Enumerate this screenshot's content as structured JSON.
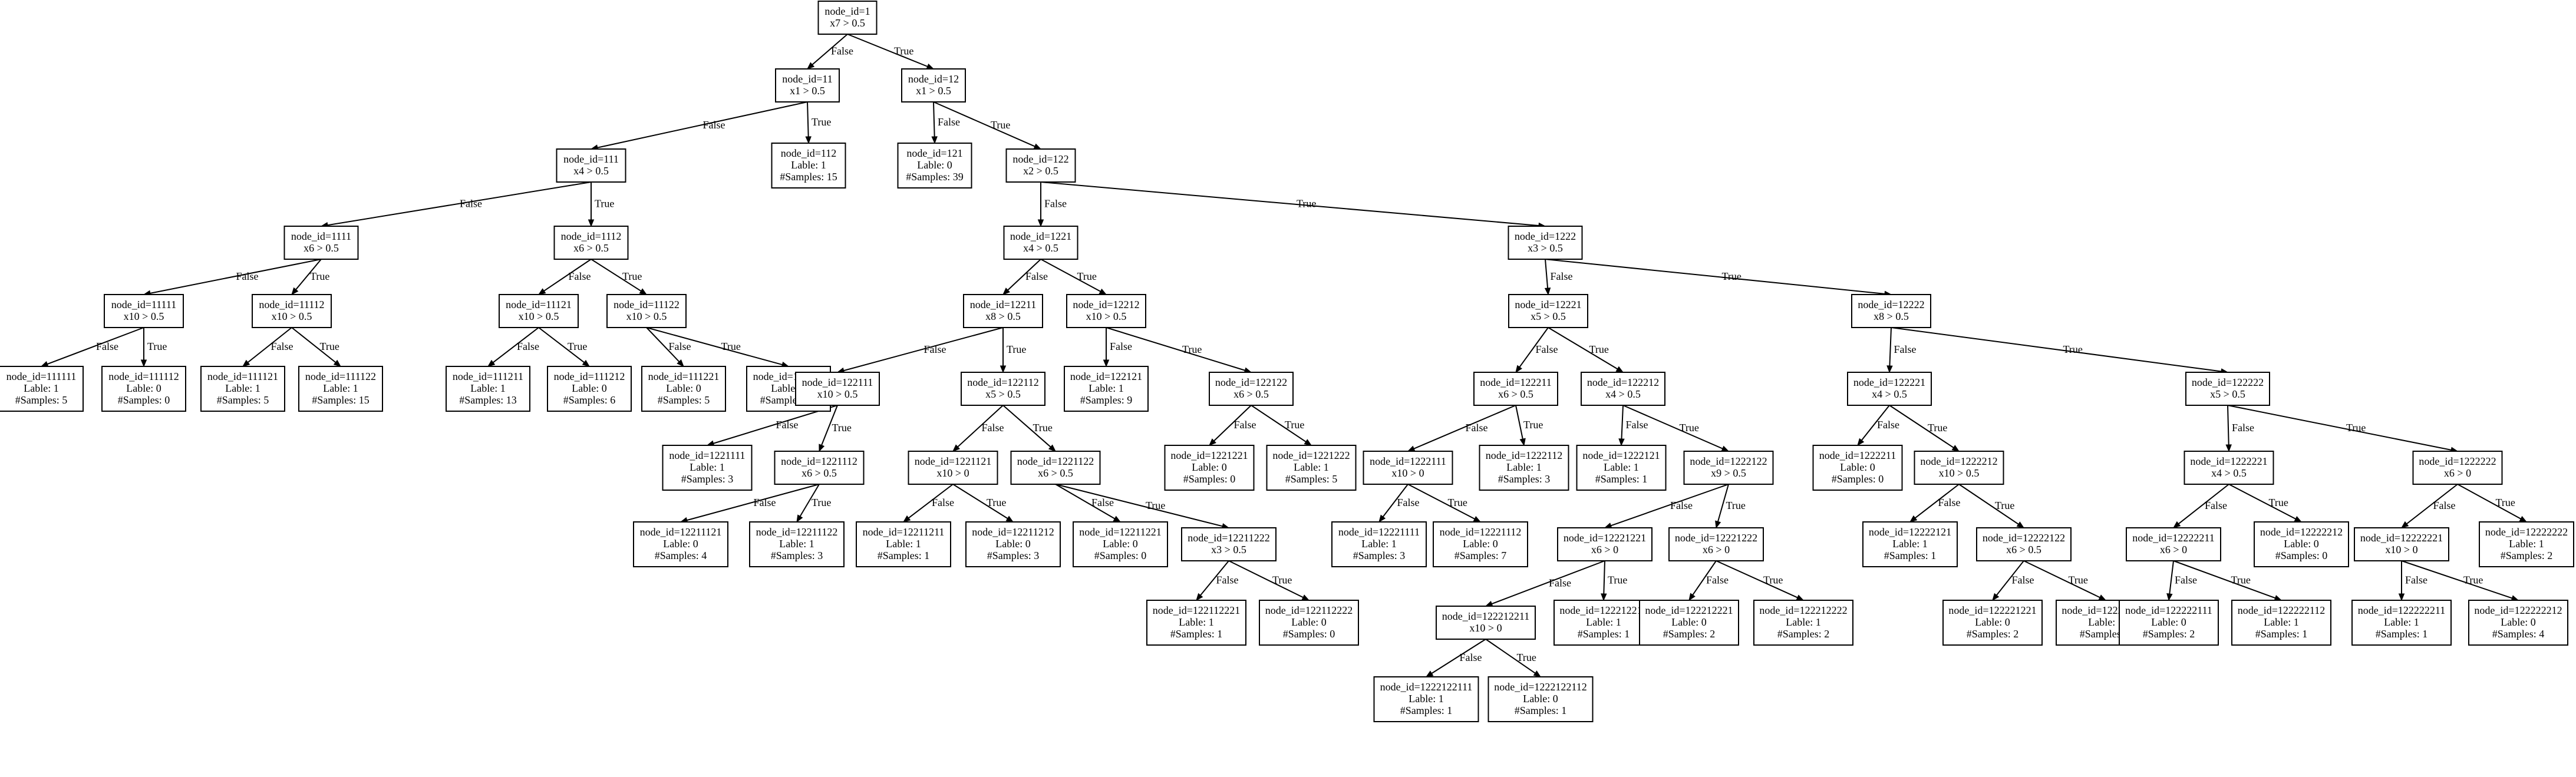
{
  "nodes": [
    {
      "id": "1",
      "lines": [
        "node_id=1",
        "x7 > 0.5"
      ]
    },
    {
      "id": "11",
      "lines": [
        "node_id=11",
        "x1 > 0.5"
      ]
    },
    {
      "id": "12",
      "lines": [
        "node_id=12",
        "x1 > 0.5"
      ]
    },
    {
      "id": "111",
      "lines": [
        "node_id=111",
        "x4 > 0.5"
      ]
    },
    {
      "id": "112",
      "lines": [
        "node_id=112",
        "Lable: 1",
        "#Samples: 15"
      ]
    },
    {
      "id": "121",
      "lines": [
        "node_id=121",
        "Lable: 0",
        "#Samples: 39"
      ]
    },
    {
      "id": "122",
      "lines": [
        "node_id=122",
        "x2 > 0.5"
      ]
    },
    {
      "id": "1111",
      "lines": [
        "node_id=1111",
        "x6 > 0.5"
      ]
    },
    {
      "id": "1112",
      "lines": [
        "node_id=1112",
        "x6 > 0.5"
      ]
    },
    {
      "id": "11111",
      "lines": [
        "node_id=11111",
        "x10 > 0.5"
      ]
    },
    {
      "id": "11112",
      "lines": [
        "node_id=11112",
        "x10 > 0.5"
      ]
    },
    {
      "id": "11121",
      "lines": [
        "node_id=11121",
        "x10 > 0.5"
      ]
    },
    {
      "id": "11122",
      "lines": [
        "node_id=11122",
        "x10 > 0.5"
      ]
    },
    {
      "id": "111111",
      "lines": [
        "node_id=111111",
        "Lable: 1",
        "#Samples: 5"
      ]
    },
    {
      "id": "111112",
      "lines": [
        "node_id=111112",
        "Lable: 0",
        "#Samples: 0"
      ]
    },
    {
      "id": "111121",
      "lines": [
        "node_id=111121",
        "Lable: 1",
        "#Samples: 5"
      ]
    },
    {
      "id": "111122",
      "lines": [
        "node_id=111122",
        "Lable: 1",
        "#Samples: 15"
      ]
    },
    {
      "id": "111211",
      "lines": [
        "node_id=111211",
        "Lable: 1",
        "#Samples: 13"
      ]
    },
    {
      "id": "111212",
      "lines": [
        "node_id=111212",
        "Lable: 0",
        "#Samples: 6"
      ]
    },
    {
      "id": "111221",
      "lines": [
        "node_id=111221",
        "Lable: 0",
        "#Samples: 5"
      ]
    },
    {
      "id": "111222",
      "lines": [
        "node_id=111222",
        "Lable: 1",
        "#Samples: 11"
      ]
    },
    {
      "id": "1221",
      "lines": [
        "node_id=1221",
        "x4 > 0.5"
      ]
    },
    {
      "id": "1222",
      "lines": [
        "node_id=1222",
        "x3 > 0.5"
      ]
    },
    {
      "id": "12211",
      "lines": [
        "node_id=12211",
        "x8 > 0.5"
      ]
    },
    {
      "id": "12212",
      "lines": [
        "node_id=12212",
        "x10 > 0.5"
      ]
    },
    {
      "id": "122111",
      "lines": [
        "node_id=122111",
        "x10 > 0.5"
      ]
    },
    {
      "id": "122112",
      "lines": [
        "node_id=122112",
        "x5 > 0.5"
      ]
    },
    {
      "id": "122121",
      "lines": [
        "node_id=122121",
        "Lable: 1",
        "#Samples: 9"
      ]
    },
    {
      "id": "122122",
      "lines": [
        "node_id=122122",
        "x6 > 0.5"
      ]
    },
    {
      "id": "1221111",
      "lines": [
        "node_id=1221111",
        "Lable: 1",
        "#Samples: 3"
      ]
    },
    {
      "id": "1221112",
      "lines": [
        "node_id=1221112",
        "x6 > 0.5"
      ]
    },
    {
      "id": "12211121",
      "lines": [
        "node_id=12211121",
        "Lable: 0",
        "#Samples: 4"
      ]
    },
    {
      "id": "12211122",
      "lines": [
        "node_id=12211122",
        "Lable: 1",
        "#Samples: 3"
      ]
    },
    {
      "id": "1221121",
      "lines": [
        "node_id=1221121",
        "x10 > 0"
      ]
    },
    {
      "id": "1221122",
      "lines": [
        "node_id=1221122",
        "x6 > 0.5"
      ]
    },
    {
      "id": "12211211",
      "lines": [
        "node_id=12211211",
        "Lable: 1",
        "#Samples: 1"
      ]
    },
    {
      "id": "12211212",
      "lines": [
        "node_id=12211212",
        "Lable: 0",
        "#Samples: 3"
      ]
    },
    {
      "id": "12211221",
      "lines": [
        "node_id=12211221",
        "Lable: 0",
        "#Samples: 0"
      ]
    },
    {
      "id": "12211222",
      "lines": [
        "node_id=12211222",
        "x3 > 0.5"
      ]
    },
    {
      "id": "122112221",
      "lines": [
        "node_id=122112221",
        "Lable: 1",
        "#Samples: 1"
      ]
    },
    {
      "id": "122112222",
      "lines": [
        "node_id=122112222",
        "Lable: 0",
        "#Samples: 0"
      ]
    },
    {
      "id": "1221221",
      "lines": [
        "node_id=1221221",
        "Lable: 0",
        "#Samples: 0"
      ]
    },
    {
      "id": "1221222",
      "lines": [
        "node_id=1221222",
        "Lable: 1",
        "#Samples: 5"
      ]
    },
    {
      "id": "12221",
      "lines": [
        "node_id=12221",
        "x5 > 0.5"
      ]
    },
    {
      "id": "12222",
      "lines": [
        "node_id=12222",
        "x8 > 0.5"
      ]
    },
    {
      "id": "122211",
      "lines": [
        "node_id=122211",
        "x6 > 0.5"
      ]
    },
    {
      "id": "122212",
      "lines": [
        "node_id=122212",
        "x4 > 0.5"
      ]
    },
    {
      "id": "1222111",
      "lines": [
        "node_id=1222111",
        "x10 > 0"
      ]
    },
    {
      "id": "1222112",
      "lines": [
        "node_id=1222112",
        "Lable: 1",
        "#Samples: 3"
      ]
    },
    {
      "id": "12221111",
      "lines": [
        "node_id=12221111",
        "Lable: 1",
        "#Samples: 3"
      ]
    },
    {
      "id": "12221112",
      "lines": [
        "node_id=12221112",
        "Lable: 0",
        "#Samples: 7"
      ]
    },
    {
      "id": "1222121",
      "lines": [
        "node_id=1222121",
        "Lable: 1",
        "#Samples: 1"
      ]
    },
    {
      "id": "1222122",
      "lines": [
        "node_id=1222122",
        "x9 > 0.5"
      ]
    },
    {
      "id": "12221221",
      "lines": [
        "node_id=12221221",
        "x6 > 0"
      ]
    },
    {
      "id": "12221222",
      "lines": [
        "node_id=12221222",
        "x6 > 0"
      ]
    },
    {
      "id": "122212211",
      "lines": [
        "node_id=122212211",
        "x10 > 0"
      ]
    },
    {
      "id": "122212212",
      "lines": [
        "node_id=122212212",
        "Lable: 1",
        "#Samples: 1"
      ]
    },
    {
      "id": "1222122111",
      "lines": [
        "node_id=1222122111",
        "Lable: 1",
        "#Samples: 1"
      ]
    },
    {
      "id": "1222122112",
      "lines": [
        "node_id=1222122112",
        "Lable: 0",
        "#Samples: 1"
      ]
    },
    {
      "id": "122212221",
      "lines": [
        "node_id=122212221",
        "Lable: 0",
        "#Samples: 2"
      ]
    },
    {
      "id": "122212222",
      "lines": [
        "node_id=122212222",
        "Lable: 1",
        "#Samples: 2"
      ]
    },
    {
      "id": "122221",
      "lines": [
        "node_id=122221",
        "x4 > 0.5"
      ]
    },
    {
      "id": "122222",
      "lines": [
        "node_id=122222",
        "x5 > 0.5"
      ]
    },
    {
      "id": "1222211",
      "lines": [
        "node_id=1222211",
        "Lable: 0",
        "#Samples: 0"
      ]
    },
    {
      "id": "1222212",
      "lines": [
        "node_id=1222212",
        "x10 > 0.5"
      ]
    },
    {
      "id": "12222121",
      "lines": [
        "node_id=12222121",
        "Lable: 1",
        "#Samples: 1"
      ]
    },
    {
      "id": "12222122",
      "lines": [
        "node_id=12222122",
        "x6 > 0.5"
      ]
    },
    {
      "id": "122221221",
      "lines": [
        "node_id=122221221",
        "Lable: 0",
        "#Samples: 2"
      ]
    },
    {
      "id": "122221222",
      "lines": [
        "node_id=122221222",
        "Lable: 1",
        "#Samples: 1"
      ]
    },
    {
      "id": "1222221",
      "lines": [
        "node_id=1222221",
        "x4 > 0.5"
      ]
    },
    {
      "id": "1222222",
      "lines": [
        "node_id=1222222",
        "x6 > 0"
      ]
    },
    {
      "id": "12222211",
      "lines": [
        "node_id=12222211",
        "x6 > 0"
      ]
    },
    {
      "id": "12222212",
      "lines": [
        "node_id=12222212",
        "Lable: 0",
        "#Samples: 0"
      ]
    },
    {
      "id": "122222111",
      "lines": [
        "node_id=122222111",
        "Lable: 0",
        "#Samples: 2"
      ]
    },
    {
      "id": "122222112",
      "lines": [
        "node_id=122222112",
        "Lable: 1",
        "#Samples: 1"
      ]
    },
    {
      "id": "12222221",
      "lines": [
        "node_id=12222221",
        "x10 > 0"
      ]
    },
    {
      "id": "12222222",
      "lines": [
        "node_id=12222222",
        "Lable: 1",
        "#Samples: 2"
      ]
    },
    {
      "id": "122222211",
      "lines": [
        "node_id=122222211",
        "Lable: 1",
        "#Samples: 1"
      ]
    },
    {
      "id": "122222212",
      "lines": [
        "node_id=122222212",
        "Lable: 0",
        "#Samples: 4"
      ]
    }
  ],
  "edges": [
    {
      "from": "1",
      "to": "11",
      "label": "False"
    },
    {
      "from": "1",
      "to": "12",
      "label": "True"
    },
    {
      "from": "11",
      "to": "111",
      "label": "False"
    },
    {
      "from": "11",
      "to": "112",
      "label": "True"
    },
    {
      "from": "12",
      "to": "121",
      "label": "False"
    },
    {
      "from": "12",
      "to": "122",
      "label": "True"
    },
    {
      "from": "111",
      "to": "1111",
      "label": "False"
    },
    {
      "from": "111",
      "to": "1112",
      "label": "True"
    },
    {
      "from": "1111",
      "to": "11111",
      "label": "False"
    },
    {
      "from": "1111",
      "to": "11112",
      "label": "True"
    },
    {
      "from": "1112",
      "to": "11121",
      "label": "False"
    },
    {
      "from": "1112",
      "to": "11122",
      "label": "True"
    },
    {
      "from": "11111",
      "to": "111111",
      "label": "False"
    },
    {
      "from": "11111",
      "to": "111112",
      "label": "True"
    },
    {
      "from": "11112",
      "to": "111121",
      "label": "False"
    },
    {
      "from": "11112",
      "to": "111122",
      "label": "True"
    },
    {
      "from": "11121",
      "to": "111211",
      "label": "False"
    },
    {
      "from": "11121",
      "to": "111212",
      "label": "True"
    },
    {
      "from": "11122",
      "to": "111221",
      "label": "False"
    },
    {
      "from": "11122",
      "to": "111222",
      "label": "True"
    },
    {
      "from": "122",
      "to": "1221",
      "label": "False"
    },
    {
      "from": "122",
      "to": "1222",
      "label": "True"
    },
    {
      "from": "1221",
      "to": "12211",
      "label": "False"
    },
    {
      "from": "1221",
      "to": "12212",
      "label": "True"
    },
    {
      "from": "12211",
      "to": "122111",
      "label": "False"
    },
    {
      "from": "12211",
      "to": "122112",
      "label": "True"
    },
    {
      "from": "12212",
      "to": "122121",
      "label": "False"
    },
    {
      "from": "12212",
      "to": "122122",
      "label": "True"
    },
    {
      "from": "122111",
      "to": "1221111",
      "label": "False"
    },
    {
      "from": "122111",
      "to": "1221112",
      "label": "True"
    },
    {
      "from": "1221112",
      "to": "12211121",
      "label": "False"
    },
    {
      "from": "1221112",
      "to": "12211122",
      "label": "True"
    },
    {
      "from": "122112",
      "to": "1221121",
      "label": "False"
    },
    {
      "from": "122112",
      "to": "1221122",
      "label": "True"
    },
    {
      "from": "1221121",
      "to": "12211211",
      "label": "False"
    },
    {
      "from": "1221121",
      "to": "12211212",
      "label": "True"
    },
    {
      "from": "1221122",
      "to": "12211221",
      "label": "False"
    },
    {
      "from": "1221122",
      "to": "12211222",
      "label": "True"
    },
    {
      "from": "12211222",
      "to": "122112221",
      "label": "False"
    },
    {
      "from": "12211222",
      "to": "122112222",
      "label": "True"
    },
    {
      "from": "122122",
      "to": "1221221",
      "label": "False"
    },
    {
      "from": "122122",
      "to": "1221222",
      "label": "True"
    },
    {
      "from": "1222",
      "to": "12221",
      "label": "False"
    },
    {
      "from": "1222",
      "to": "12222",
      "label": "True"
    },
    {
      "from": "12221",
      "to": "122211",
      "label": "False"
    },
    {
      "from": "12221",
      "to": "122212",
      "label": "True"
    },
    {
      "from": "122211",
      "to": "1222111",
      "label": "False"
    },
    {
      "from": "122211",
      "to": "1222112",
      "label": "True"
    },
    {
      "from": "1222111",
      "to": "12221111",
      "label": "False"
    },
    {
      "from": "1222111",
      "to": "12221112",
      "label": "True"
    },
    {
      "from": "122212",
      "to": "1222121",
      "label": "False"
    },
    {
      "from": "122212",
      "to": "1222122",
      "label": "True"
    },
    {
      "from": "1222122",
      "to": "12221221",
      "label": "False"
    },
    {
      "from": "1222122",
      "to": "12221222",
      "label": "True"
    },
    {
      "from": "12221221",
      "to": "122212211",
      "label": "False"
    },
    {
      "from": "12221221",
      "to": "122212212",
      "label": "True"
    },
    {
      "from": "122212211",
      "to": "1222122111",
      "label": "False"
    },
    {
      "from": "122212211",
      "to": "1222122112",
      "label": "True"
    },
    {
      "from": "12221222",
      "to": "122212221",
      "label": "False"
    },
    {
      "from": "12221222",
      "to": "122212222",
      "label": "True"
    },
    {
      "from": "12222",
      "to": "122221",
      "label": "False"
    },
    {
      "from": "12222",
      "to": "122222",
      "label": "True"
    },
    {
      "from": "122221",
      "to": "1222211",
      "label": "False"
    },
    {
      "from": "122221",
      "to": "1222212",
      "label": "True"
    },
    {
      "from": "1222212",
      "to": "12222121",
      "label": "False"
    },
    {
      "from": "1222212",
      "to": "12222122",
      "label": "True"
    },
    {
      "from": "12222122",
      "to": "122221221",
      "label": "False"
    },
    {
      "from": "12222122",
      "to": "122221222",
      "label": "True"
    },
    {
      "from": "122222",
      "to": "1222221",
      "label": "False"
    },
    {
      "from": "122222",
      "to": "1222222",
      "label": "True"
    },
    {
      "from": "1222221",
      "to": "12222211",
      "label": "False"
    },
    {
      "from": "1222221",
      "to": "12222212",
      "label": "True"
    },
    {
      "from": "12222211",
      "to": "122222111",
      "label": "False"
    },
    {
      "from": "12222211",
      "to": "122222112",
      "label": "True"
    },
    {
      "from": "1222222",
      "to": "12222221",
      "label": "False"
    },
    {
      "from": "1222222",
      "to": "12222222",
      "label": "True"
    },
    {
      "from": "12222221",
      "to": "122222211",
      "label": "False"
    },
    {
      "from": "12222221",
      "to": "122222212",
      "label": "True"
    }
  ]
}
